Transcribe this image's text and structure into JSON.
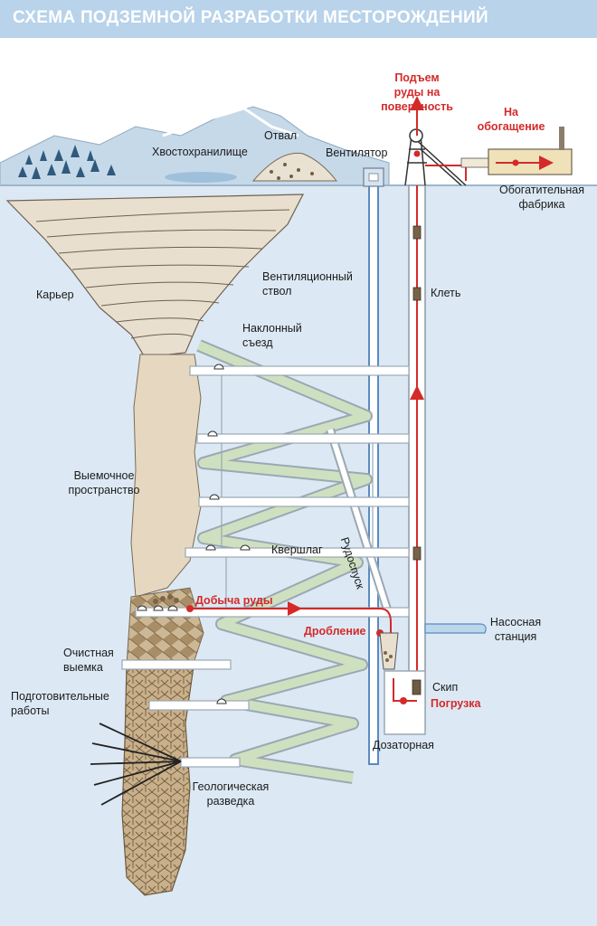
{
  "title": "СХЕМА ПОДЗЕМНОЙ РАЗРАБОТКИ МЕСТОРОЖДЕНИЙ",
  "labels": {
    "tailings": "Хвостохранилище",
    "dump": "Отвал",
    "fan": "Вентилятор",
    "lift_1": "Подъем",
    "lift_2": "руды на",
    "lift_3": "поверхность",
    "to_conc_1": "На",
    "to_conc_2": "обогащение",
    "plant_1": "Обогатительная",
    "plant_2": "фабрика",
    "quarry": "Карьер",
    "vent_shaft_1": "Вентиляционный",
    "vent_shaft_2": "ствол",
    "cage": "Клеть",
    "ramp_1": "Наклонный",
    "ramp_2": "съезд",
    "mined_1": "Выемочное",
    "mined_2": "пространство",
    "ore_pass": "Рудоспуск",
    "crosscut": "Квершлаг",
    "mining": "Добыча руды",
    "crushing": "Дробление",
    "pump_1": "Насосная",
    "pump_2": "станция",
    "stoping_1": "Очистная",
    "stoping_2": "выемка",
    "prep_1": "Подготовительные",
    "prep_2": "работы",
    "skip": "Скип",
    "loading": "Погрузка",
    "dosing": "Дозаторная",
    "geo_1": "Геологическая",
    "geo_2": "разведка"
  },
  "colors": {
    "title_bar": "#b8d3ea",
    "ground": "#dce9f4",
    "tunnel_fill": "#ffffff",
    "tunnel_border": "#9aa8b4",
    "ramp": "#cfe0c0",
    "ore_body": "#e6d8c0",
    "accent_red": "#d42a2a",
    "shaft_blue": "#5a8bbf"
  },
  "icons": [
    "headframe-icon",
    "fan-icon",
    "plant-building-icon",
    "tree-icon",
    "ore-cart-icon",
    "skip-icon",
    "cage-icon"
  ]
}
